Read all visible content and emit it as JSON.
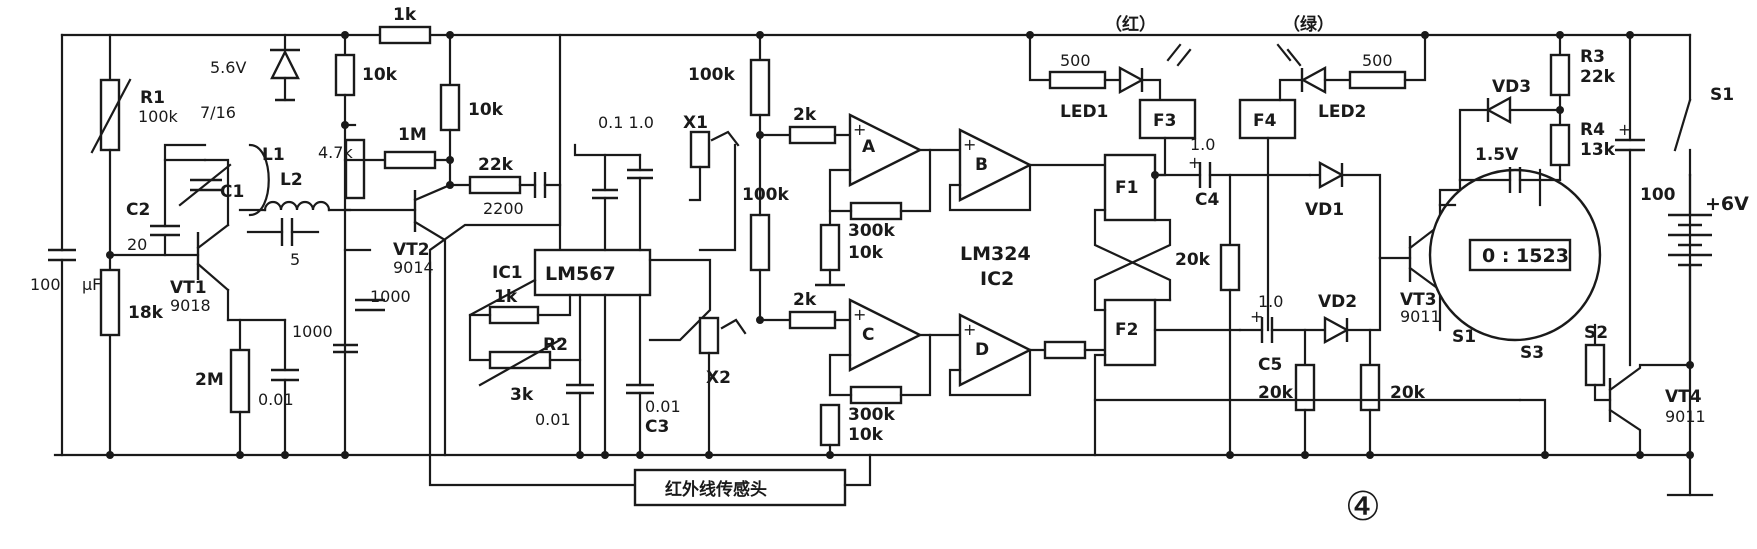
{
  "components": {
    "r_1k_top": "1k",
    "zener_v": "5.6V",
    "r1_name": "R1",
    "r1_val": "100k",
    "r1_frac": "7/16",
    "c1_name": "C1",
    "l1_name": "L1",
    "l2_name": "L2",
    "c2_name": "C2",
    "c2_val": "20",
    "c_5": "5",
    "vt1_name": "VT1",
    "vt1_type": "9018",
    "r_18k": "18k",
    "c_100": "100",
    "unit_uf": "μF",
    "r_2m": "2M",
    "c_001_left": "0.01",
    "c_1000_a": "1000",
    "c_1000_b": "1000",
    "r_47k": "4.7k",
    "r_10k_a": "10k",
    "r_10k_b": "10k",
    "r_1m": "1M",
    "r_22k": "22k",
    "c_2200": "2200",
    "vt2_name": "VT2",
    "vt2_type": "9014",
    "c_01_10": "0.1 1.0",
    "ic1_name": "IC1",
    "lm567": "LM567",
    "r_1k_ic": "1k",
    "r2_name": "R2",
    "r2_val": "3k",
    "c_001_ic": "0.01",
    "c3_val": "0.01",
    "c3_name": "C3",
    "x1_name": "X1",
    "x2_name": "X2",
    "r_100k_a": "100k",
    "r_100k_b": "100k",
    "r_2k_a": "2k",
    "r_2k_b": "2k",
    "amp_a": "A",
    "amp_b": "B",
    "amp_c": "C",
    "amp_d": "D",
    "r_300k_a": "300k",
    "r_300k_b": "300k",
    "r_10k_c": "10k",
    "r_10k_d": "10k",
    "lm324": "LM324",
    "ic2_name": "IC2",
    "red_label": "（红）",
    "green_label": "（绿）",
    "r_500_a": "500",
    "r_500_b": "500",
    "led1_name": "LED1",
    "led2_name": "LED2",
    "f1": "F1",
    "f2": "F2",
    "f3": "F3",
    "f4": "F4",
    "c4_val": "1.0",
    "c4_name": "C4",
    "c5_val": "1.0",
    "c5_name": "C5",
    "vd1_name": "VD1",
    "vd2_name": "VD2",
    "r_20k_a": "20k",
    "r_20k_b": "20k",
    "r_20k_c": "20k",
    "vd3_name": "VD3",
    "r3_name": "R3",
    "r3_val": "22k",
    "r4_name": "R4",
    "r4_val": "13k",
    "c_15v": "1.5V",
    "display_value": "0 : 1523",
    "vt3_name": "VT3",
    "vt3_type": "9011",
    "s1_inner": "S1",
    "s2_name": "S2",
    "s3_name": "S3",
    "vt4_name": "VT4",
    "vt4_type": "9011",
    "s1_name": "S1",
    "c_100_right": "100",
    "battery": "+6V",
    "sensor": "红外线传感头",
    "figure_number": "④"
  }
}
